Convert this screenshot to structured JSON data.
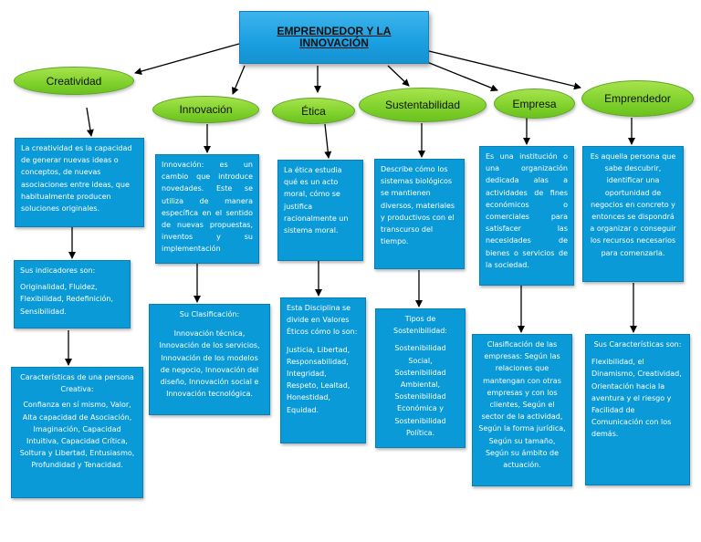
{
  "title": "EMPRENDEDOR Y LA INNOVACIÓN",
  "nodes": {
    "creatividad": {
      "label": "Creatividad",
      "description": "La creatividad es la capacidad de generar nuevas ideas o conceptos, de nuevas asociaciones entre ideas, que habitualmente producen soluciones originales.",
      "indicators_title": "Sus indicadores son:",
      "indicators": "Originalidad, Fluidez, Flexibilidad, Redefinición, Sensibilidad.",
      "traits_title": "Características de una persona Creativa:",
      "traits": "Confianza en sí mismo, Valor, Alta capacidad de Asociación, Imaginación, Capacidad Intuitiva, Capacidad Crítica, Soltura y Libertad, Entusiasmo, Profundidad y Tenacidad."
    },
    "innovacion": {
      "label": "Innovación",
      "description": "Innovación: es un cambio que introduce novedades. Este se utiliza de manera específica en el sentido de nuevas propuestas, inventos y su implementación",
      "class_title": "Su Clasificación:",
      "class_items": "Innovación técnica, Innovación de los servicios, Innovación de los modelos de negocio, Innovación del diseño, Innovación social e Innovación tecnológica."
    },
    "etica": {
      "label": "Ética",
      "description": "La ética estudia qué es un acto moral, cómo se justifica racionalmente un sistema moral.",
      "values_title": "Esta Disciplina se divide en Valores Éticos cómo lo son:",
      "values": "Justicia, Libertad, Responsabilidad, Integridad, Respeto, Lealtad, Honestidad, Equidad."
    },
    "sustentabilidad": {
      "label": "Sustentabilidad",
      "description": "Describe cómo los sistemas biológicos se mantienen diversos, materiales y productivos con el transcurso del tiempo.",
      "types_title": "Tipos de Sostenibilidad:",
      "types": "Sostenibilidad Social, Sostenibilidad Ambiental, Sostenibilidad Económica y Sostenibilidad Política."
    },
    "empresa": {
      "label": "Empresa",
      "description": "Es una institución o una organización dedicada alas a actividades de fines económicos o comerciales para satisfacer las necesidades de bienes o servicios de la sociedad.",
      "class_text": "Clasificación de las empresas: Según las relaciones que mantengan con otras empresas y con los clientes, Según el sector de la actividad, Según la forma jurídica, Según su tamaño, Según su ámbito de actuación."
    },
    "emprendedor": {
      "label": "Emprendedor",
      "description": "Es aquella persona que sabe descubrir, identificar una oportunidad de negocios en concreto y entonces se dispondrá a organizar o conseguir los recursos necesarios para comenzarla.",
      "traits_title": "Sus Características son:",
      "traits": "Flexibilidad, el Dinamismo, Creatividad, Orientación hacia la aventura y el riesgo y Facilidad de Comunicación con los demás."
    }
  },
  "colors": {
    "title_fill": "#1a9fe0",
    "oval_fill": "#7fd12b",
    "box_fill": "#0b9ad8",
    "arrow": "#000000"
  }
}
